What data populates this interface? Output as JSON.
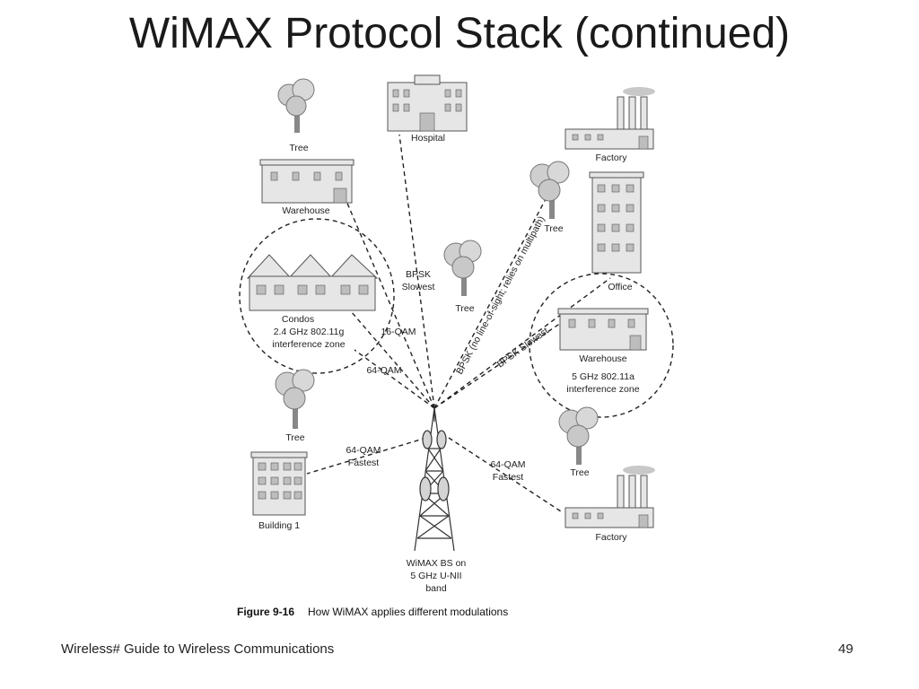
{
  "title": "WiMAX Protocol Stack (continued)",
  "footer": {
    "left": "Wireless# Guide to Wireless Communications",
    "page": "49"
  },
  "figure": {
    "number": "Figure 9-16",
    "caption": "How WiMAX applies different modulations",
    "labels": {
      "tree_top": "Tree",
      "hospital": "Hospital",
      "warehouse_left": "Warehouse",
      "condos": "Condos",
      "condos_band": "2.4 GHz  802.11g",
      "condos_zone": "interference zone",
      "bpsk_1": "BPSK",
      "slowest_1": "Slowest",
      "tree_center": "Tree",
      "qam16": "16-QAM",
      "qam64_left": "64-QAM",
      "tree_left": "Tree",
      "qam64_fastest_left": "64-QAM",
      "fastest_left": "Fastest",
      "building1": "Building 1",
      "tower_l1": "WiMAX BS on",
      "tower_l2": "5 GHz U-NII",
      "tower_l3": "band",
      "factory_top": "Factory",
      "tree_upper_right": "Tree",
      "office": "Office",
      "bpsk_los": "BPSK (no line-of-sight; relies on multipath)",
      "bpsk_slowest": "BPSK Slowest",
      "warehouse_right": "Warehouse",
      "warehouse_right_band": "5 GHz  802.11a",
      "warehouse_right_zone": "interference zone",
      "tree_right": "Tree",
      "qam64_fastest_right": "64-QAM",
      "fastest_right": "Fastest",
      "factory_bottom": "Factory"
    }
  }
}
